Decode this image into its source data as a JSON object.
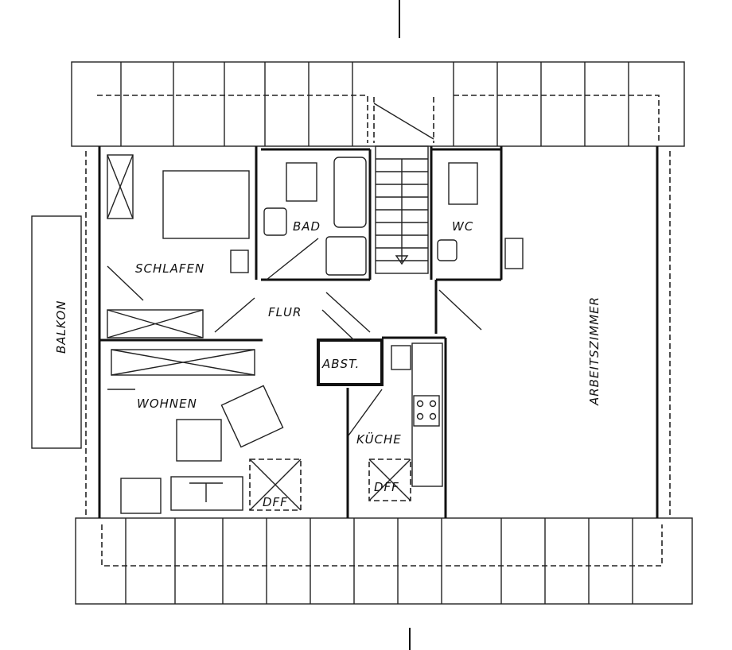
{
  "rooms": {
    "schlafen": "SCHLAFEN",
    "bad": "BAD",
    "wc": "WC",
    "flur": "FLUR",
    "abst": "ABST.",
    "wohnen": "WOHNEN",
    "kueche": "KÜCHE",
    "arbeitszimmer": "ARBEITSZIMMER",
    "balkon": "BALKON"
  },
  "skylights": {
    "wohnen": "DFF",
    "kueche": "DFF"
  }
}
